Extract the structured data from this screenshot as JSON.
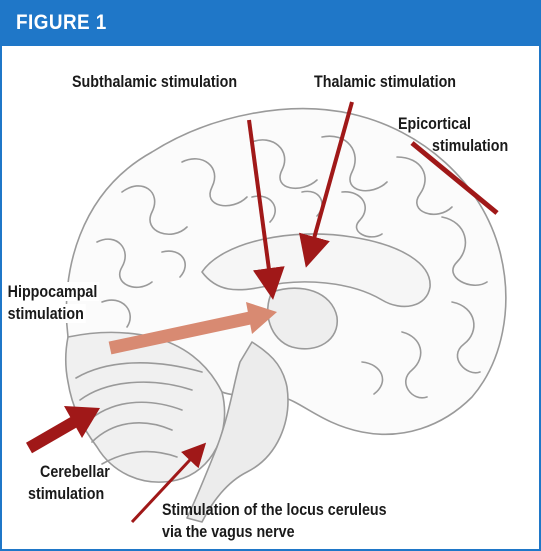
{
  "figure": {
    "title": "FIGURE 1"
  },
  "labels": {
    "subthalamic": "Subthalamic stimulation",
    "thalamic": "Thalamic stimulation",
    "epicortical_line1": "Epicortical",
    "epicortical_line2": "stimulation",
    "hippocampal_line1": "Hippocampal",
    "hippocampal_line2": "stimulation",
    "cerebellar_line1": "Cerebellar",
    "cerebellar_line2": "stimulation",
    "locus_line1": "Stimulation of the locus ceruleus",
    "locus_line2": "via the vagus nerve"
  },
  "colors": {
    "header": "#1f77c8",
    "arrow_dark_red": "#a01818",
    "arrow_salmon": "#d88a72",
    "brain_line": "#9a9a9a"
  },
  "icons": [
    "brain-illustration"
  ]
}
